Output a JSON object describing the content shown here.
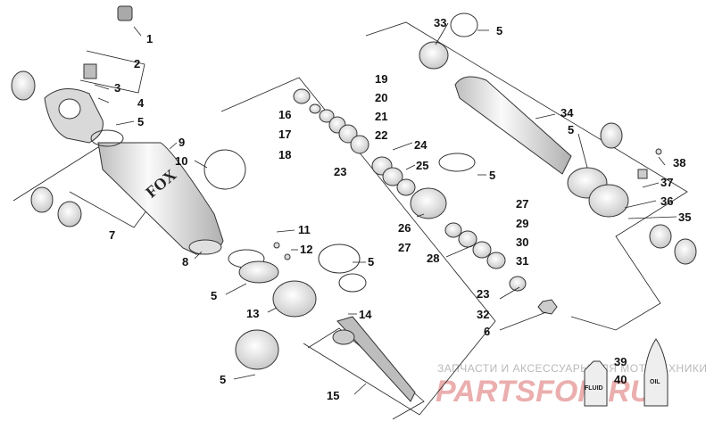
{
  "callouts": [
    "1",
    "2",
    "3",
    "4",
    "5",
    "6",
    "7",
    "8",
    "9",
    "10",
    "11",
    "12",
    "13",
    "14",
    "15",
    "16",
    "17",
    "18",
    "19",
    "20",
    "21",
    "22",
    "23",
    "24",
    "25",
    "26",
    "27",
    "28",
    "29",
    "30",
    "31",
    "32",
    "33",
    "34",
    "35",
    "36",
    "37",
    "38",
    "39",
    "40"
  ],
  "repeat_labels": {
    "five": "5",
    "twentythree": "23",
    "twentyseven": "27"
  },
  "bottle_labels": {
    "fluid": "FLUID",
    "oil": "OIL"
  },
  "brand": {
    "fox": "FOX"
  },
  "watermark": {
    "line1": "ЗАПЧАСТИ И АКСЕССУАРЫ ДЛЯ МОТОТЕХНИКИ",
    "line2": "PARTSFOR.RU"
  },
  "colors": {
    "body": "#e6e6e6",
    "ring": "#c9c9c9",
    "dark": "#555555",
    "watermark": "#e8a0a0"
  }
}
